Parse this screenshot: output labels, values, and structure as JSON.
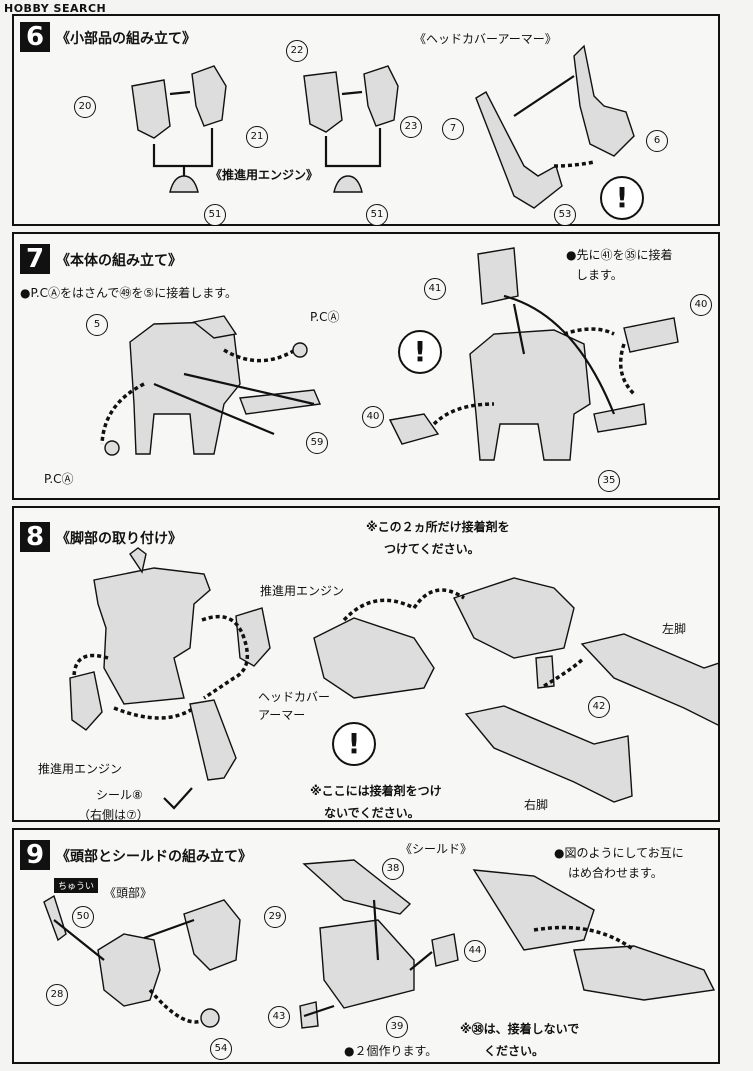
{
  "watermark": "HOBBY SEARCH",
  "steps": [
    {
      "number": "6",
      "title": "《小部品の組み立て》",
      "labels": {
        "head_cover": "《ヘッドカバーアーマー》",
        "engine": "《推進用エンジン》"
      },
      "parts": [
        "20",
        "21",
        "22",
        "23",
        "51",
        "51",
        "7",
        "6",
        "53"
      ]
    },
    {
      "number": "7",
      "title": "《本体の組み立て》",
      "notes": {
        "pc_note": "●P.CⒶをはさんで㊾を⑤に接着します。",
        "first_note_1": "●先に㊶を㉟に接着",
        "first_note_2": "します。",
        "pc_label_a": "P.CⒶ",
        "pc_label_b": "P.CⒶ"
      },
      "parts": [
        "5",
        "59",
        "41",
        "40",
        "40",
        "35"
      ]
    },
    {
      "number": "8",
      "title": "《脚部の取り付け》",
      "notes": {
        "glue_only_1": "※この２ヵ所だけ接着剤を",
        "glue_only_2": "つけてください。",
        "engine_a": "推進用エンジン",
        "engine_b": "推進用エンジン",
        "head_cover_1": "ヘッドカバー",
        "head_cover_2": "アーマー",
        "seal": "シール⑧",
        "seal_right": "（右側は⑦）",
        "no_glue_1": "※ここには接着剤をつけ",
        "no_glue_2": "ないでください。",
        "left_leg": "左脚",
        "right_leg": "右脚"
      },
      "parts": [
        "42"
      ]
    },
    {
      "number": "9",
      "title": "《頭部とシールドの組み立て》",
      "notes": {
        "shield": "《シールド》",
        "head": "《頭部》",
        "fit_1": "●図のようにしてお互に",
        "fit_2": "はめ合わせます。",
        "make_two": "●２個作ります。",
        "no_glue_38_1": "※㊳は、接着しないで",
        "no_glue_38_2": "ください。",
        "caution": "ちゅうい"
      },
      "parts": [
        "50",
        "28",
        "29",
        "54",
        "38",
        "44",
        "43",
        "39"
      ]
    }
  ]
}
